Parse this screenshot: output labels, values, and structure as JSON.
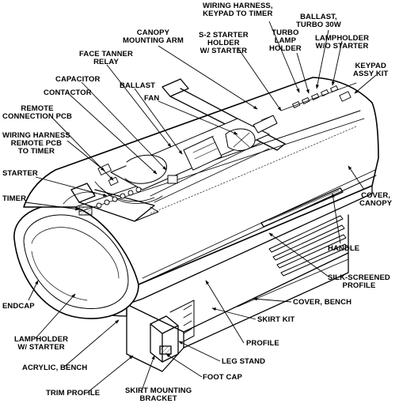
{
  "labels": {
    "wiring_harness_keypad": "WIRING HARNESS,\nKEYPAD TO TIMER",
    "ballast_turbo": "BALLAST,\nTURBO 30W",
    "canopy_mounting_arm": "CANOPY\nMOUNTING ARM",
    "s2_starter_holder": "S-2 STARTER\nHOLDER\nW/ STARTER",
    "turbo_lamp_holder": "TURBO\nLAMP\nHOLDER",
    "lampholder_wo_starter": "LAMPHOLDER\nW/O STARTER",
    "keypad_assy_kit": "KEYPAD\nASSY KIT",
    "face_tanner_relay": "FACE TANNER\nRELAY",
    "capacitor": "CAPACITOR",
    "ballast": "BALLAST",
    "contactor": "CONTACTOR",
    "fan": "FAN",
    "remote_connection_pcb": "REMOTE\nCONNECTION PCB",
    "wiring_harness_remote": "WIRING HARNESS\nREMOTE PCB\nTO TIMER",
    "starter": "STARTER",
    "timer": "TIMER",
    "cover_canopy": "COVER,\nCANOPY",
    "handle": "HANDLE",
    "silk_screened_profile": "SILK-SCREENED\nPROFILE",
    "endcap": "ENDCAP",
    "cover_bench": "COVER, BENCH",
    "skirt_kit": "SKIRT KIT",
    "lampholder_w_starter": "LAMPHOLDER\nW/ STARTER",
    "profile": "PROFILE",
    "acrylic_bench": "ACRYLIC, BENCH",
    "leg_stand": "LEG STAND",
    "foot_cap": "FOOT CAP",
    "trim_profile": "TRIM PROFILE",
    "skirt_mounting_bracket": "SKIRT MOUNTING\nBRACKET"
  }
}
